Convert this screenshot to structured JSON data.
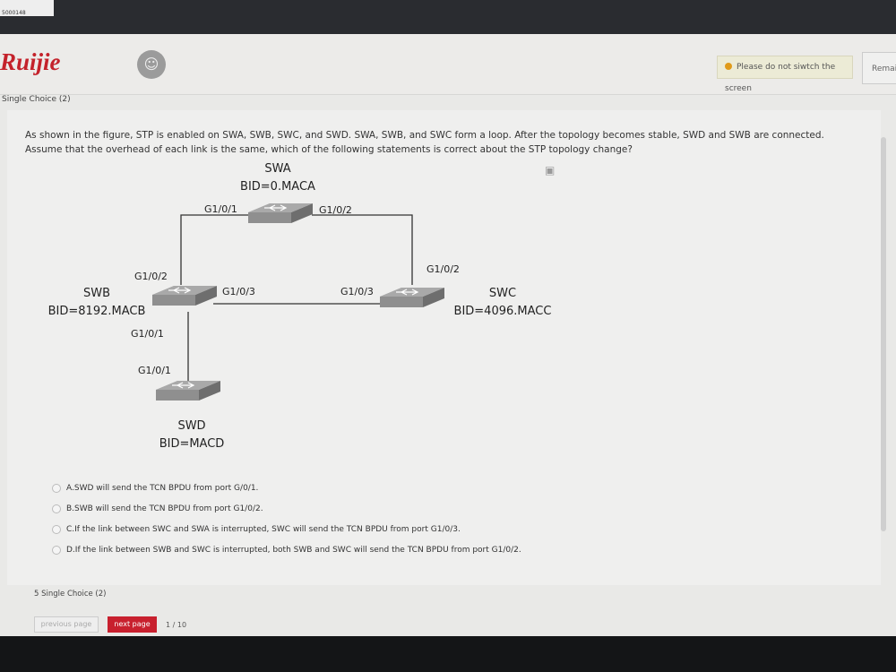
{
  "sticker": "5000148",
  "header": {
    "logo": "Ruijie",
    "warning": "Please do not siwtch the screen",
    "remain": "Remai"
  },
  "section": "Single Choice  (2)",
  "question": "As shown in the figure, STP is enabled on SWA, SWB, SWC, and SWD. SWA, SWB, and SWC form a loop. After the topology becomes stable, SWD and SWB are connected. Assume that the overhead of each link is the same, which of the following statements is correct about the STP topology change?",
  "diagram": {
    "swa": {
      "name": "SWA",
      "bid": "BID=0.MACA",
      "p1": "G1/0/1",
      "p2": "G1/0/2"
    },
    "swb": {
      "name": "SWB",
      "bid": "BID=8192.MACB",
      "p2": "G1/0/2",
      "p3": "G1/0/3",
      "p1": "G1/0/1"
    },
    "swc": {
      "name": "SWC",
      "bid": "BID=4096.MACC",
      "p2": "G1/0/2",
      "p3": "G1/0/3"
    },
    "swd": {
      "name": "SWD",
      "bid": "BID=MACD",
      "p1": "G1/0/1"
    }
  },
  "options": [
    "A.SWD will send the TCN BPDU from port G/0/1.",
    "B.SWB will send the TCN BPDU from port G1/0/2.",
    "C.If the link between SWC and SWA is interrupted, SWC will send the TCN BPDU from port G1/0/3.",
    "D.If the link between SWB and SWC is interrupted, both SWB and SWC will send the TCN BPDU from port G1/0/2."
  ],
  "next_section": "5 Single Choice  (2)",
  "nav": {
    "previous": "previous page",
    "next": "next page",
    "page": "1 / 10"
  },
  "colors": {
    "brand": "#c4222b",
    "next_button": "#c8202e",
    "warning_dot": "#e09a1a"
  }
}
